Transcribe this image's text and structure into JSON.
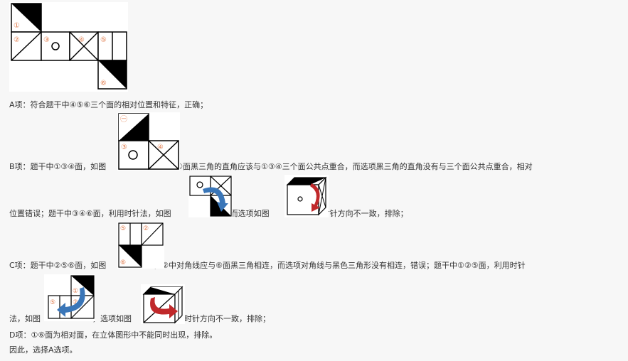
{
  "net": {
    "faces": [
      "①",
      "②",
      "③",
      "④",
      "⑤",
      "⑥"
    ]
  },
  "lines": {
    "a": "A项：符合题干中④⑤⑥三个面的相对位置和特征，正确；",
    "b1_pre": "B项：题干中①③④面，如图",
    "b1_post": "，①面黑三角的直角应该与①③④三个面公共点重合，而选项黑三角的直角没有与三个面公共点重合，相对",
    "b2_pre": "位置错误；题干中③④⑥面，利用时针法，如图",
    "b2_mid": "，而选项如图",
    "b2_post": "，时针方向不一致，排除；",
    "c1_pre": "C项：题干中②⑤⑥面，如图",
    "c1_post": "，②中对角线应与⑥面黑三角相连，而选项对角线与黑色三角形没有相连，错误；题干中①②⑤面，利用时针",
    "c2_pre": "法，如图",
    "c2_mid": "，选项如图",
    "c2_post": "，时针方向不一致，排除；",
    "d": "D项：①⑥面为相对面，在立体图形中不能同时出现，排除。",
    "conclusion": "因此，选择A选项。"
  },
  "colors": {
    "black": "#000000",
    "face_label": "#e07a4a",
    "arrow_blue": "#3a76b8",
    "arrow_red": "#c0282a"
  }
}
